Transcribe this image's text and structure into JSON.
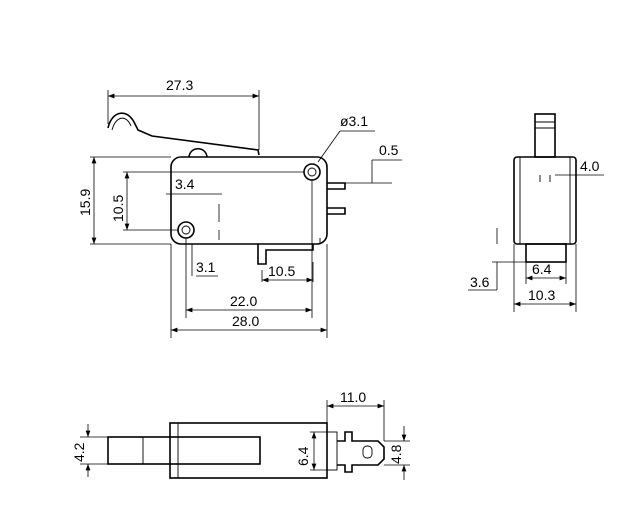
{
  "colors": {
    "line": "#000000",
    "background": "#ffffff"
  },
  "front_view": {
    "lever_length": "27.3",
    "hole_diameter": "ø3.1",
    "terminal_offset": "0.5",
    "height": "15.9",
    "hole_spacing_vertical": "10.5",
    "hole_edge_offset": "3.4",
    "hole_offset_horizontal": "3.1",
    "terminal_spacing": "10.5",
    "hole_spacing_horizontal": "22.0",
    "body_length": "28.0"
  },
  "side_view": {
    "actuator_width": "4.0",
    "terminal_width": "6.4",
    "terminal_height": "3.6",
    "body_width": "10.3"
  },
  "bottom_view": {
    "terminal_length": "11.0",
    "lever_width": "4.2",
    "body_thickness": "6.4",
    "terminal_width": "4.8"
  }
}
